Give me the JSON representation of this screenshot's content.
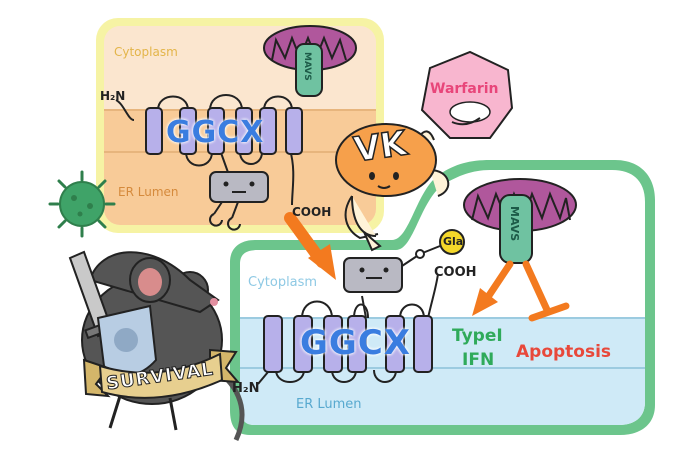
{
  "top_panel": {
    "cytoplasm_label": "Cytoplasm",
    "er_lumen_label": "ER Lumen",
    "nterm_label": "H₂N",
    "cterm_label": "COOH",
    "enzyme_label": "GGCX",
    "mavs_label": "MAVS"
  },
  "bottom_panel": {
    "cytoplasm_label": "Cytoplasm",
    "er_lumen_label": "ER Lumen",
    "nterm_label": "H₂N",
    "cterm_label": "COOH",
    "enzyme_label": "GGCX",
    "mavs_label": "MAVS",
    "gla_label": "Gla",
    "ifn_label_line1": "TypeⅠ",
    "ifn_label_line2": "IFN",
    "apoptosis_label": "Apoptosis"
  },
  "vitamin_k_label": "VK",
  "warfarin_label": "Warfarin",
  "survival_label": "SURVIVAL",
  "colors": {
    "top_panel_border": "#f6f3a4",
    "top_panel_cytoplasm": "#fbe6cf",
    "top_panel_lumen": "#f8cb98",
    "bottom_panel_border": "#6cc58c",
    "bottom_panel_fill": "#ffffff",
    "bottom_lumen": "#cfeaf7",
    "membrane_protein": "#b7b0ea",
    "ggcx_text": "#3a7de0",
    "mavs_mito": "#b0579c",
    "mavs_body": "#6fc2a1",
    "vk_orange": "#f6a04b",
    "warfarin_pink": "#f8b6cf",
    "arrow_orange": "#f37a1f",
    "ifn_green": "#2faa5a",
    "apoptosis_red": "#e8483a",
    "virus_green": "#3fa368",
    "mouse_gray": "#555555",
    "ribbon_gold": "#e7cf8f"
  },
  "icons": [
    "mitochondrion-icon",
    "virus-icon",
    "mouse-icon",
    "shield-icon",
    "sword-icon",
    "vitamin-k-character-icon",
    "warfarin-character-icon"
  ]
}
